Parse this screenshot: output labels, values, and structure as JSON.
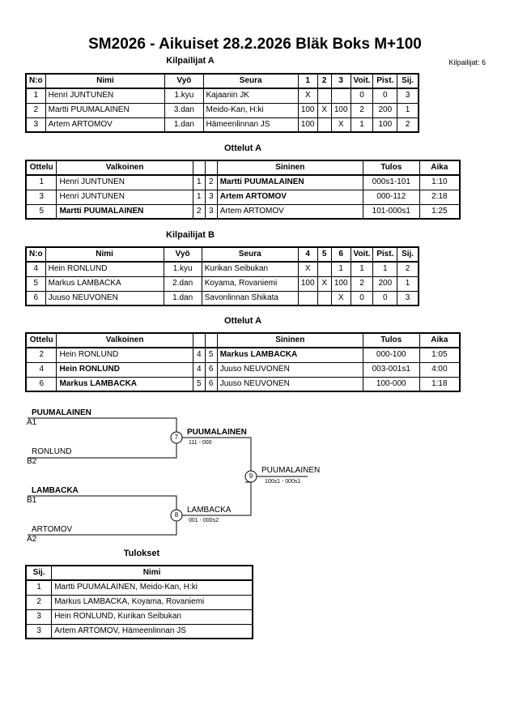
{
  "title": "SM2026 - Aikuiset  28.2.2026  Bläk Boks   M+100",
  "competitor_count": "Kilpailijat: 6",
  "pool_a": {
    "heading": "Kilpailijat A",
    "headers": [
      "N:o",
      "Nimi",
      "Vyö",
      "Seura",
      "1",
      "2",
      "3",
      "Voit.",
      "Pist.",
      "Sij."
    ],
    "rows": [
      [
        "1",
        "Henri JUNTUNEN",
        "1.kyu",
        "Kajaanin JK",
        "X",
        "",
        "",
        "0",
        "0",
        "3"
      ],
      [
        "2",
        "Martti PUUMALAINEN",
        "3.dan",
        "Meido-Kan, H:ki",
        "100",
        "X",
        "100",
        "2",
        "200",
        "1"
      ],
      [
        "3",
        "Artem ARTOMOV",
        "1.dan",
        "Hämeenlinnan JS",
        "100",
        "",
        "X",
        "1",
        "100",
        "2"
      ]
    ]
  },
  "matches_a": {
    "heading": "Ottelut A",
    "headers": [
      "Ottelu",
      "Valkoinen",
      "",
      "",
      "Sininen",
      "Tulos",
      "Aika"
    ],
    "rows": [
      {
        "no": "1",
        "white": "Henri JUNTUNEN",
        "w": "1",
        "b": "2",
        "blue": "Martti PUUMALAINEN",
        "result": "000s1-101",
        "time": "1:10",
        "winner": "blue"
      },
      {
        "no": "3",
        "white": "Henri JUNTUNEN",
        "w": "1",
        "b": "3",
        "blue": "Artem ARTOMOV",
        "result": "000-112",
        "time": "2:18",
        "winner": "blue"
      },
      {
        "no": "5",
        "white": "Martti PUUMALAINEN",
        "w": "2",
        "b": "3",
        "blue": "Artem ARTOMOV",
        "result": "101-000s1",
        "time": "1:25",
        "winner": "white"
      }
    ]
  },
  "pool_b": {
    "heading": "Kilpailijat B",
    "headers": [
      "N:o",
      "Nimi",
      "Vyö",
      "Seura",
      "4",
      "5",
      "6",
      "Voit.",
      "Pist.",
      "Sij."
    ],
    "rows": [
      [
        "4",
        "Hein RONLUND",
        "1.kyu",
        "Kurikan Seibukan",
        "X",
        "",
        "1",
        "1",
        "1",
        "2"
      ],
      [
        "5",
        "Markus LAMBACKA",
        "2.dan",
        "Koyama, Rovaniemi",
        "100",
        "X",
        "100",
        "2",
        "200",
        "1"
      ],
      [
        "6",
        "Juuso NEUVONEN",
        "1.dan",
        "Savonlinnan Shikata",
        "",
        "",
        "X",
        "0",
        "0",
        "3"
      ]
    ]
  },
  "matches_b": {
    "heading": "Ottelut A",
    "headers": [
      "Ottelu",
      "Valkoinen",
      "",
      "",
      "Sininen",
      "Tulos",
      "Aika"
    ],
    "rows": [
      {
        "no": "2",
        "white": "Hein RONLUND",
        "w": "4",
        "b": "5",
        "blue": "Markus LAMBACKA",
        "result": "000-100",
        "time": "1:05",
        "winner": "blue"
      },
      {
        "no": "4",
        "white": "Hein RONLUND",
        "w": "4",
        "b": "6",
        "blue": "Juuso NEUVONEN",
        "result": "003-001s1",
        "time": "4:00",
        "winner": "white"
      },
      {
        "no": "6",
        "white": "Markus LAMBACKA",
        "w": "5",
        "b": "6",
        "blue": "Juuso NEUVONEN",
        "result": "100-000",
        "time": "1:18",
        "winner": "white"
      }
    ]
  },
  "bracket": {
    "semi1_top": "PUUMALAINEN",
    "semi1_top_seed": "A1",
    "semi1_bottom": "RONLUND",
    "semi1_bottom_seed": "B2",
    "semi1_no": "7",
    "semi1_winner": "PUUMALAINEN",
    "semi1_score": "111 - 000",
    "semi2_top": "LAMBACKA",
    "semi2_top_seed": "B1",
    "semi2_bottom": "ARTOMOV",
    "semi2_bottom_seed": "A2",
    "semi2_no": "8",
    "semi2_winner": "LAMBACKA",
    "semi2_score": "001 - 000s2",
    "final_no": "9",
    "final_winner": "PUUMALAINEN",
    "final_score": "100s1 - 000s1"
  },
  "results": {
    "heading": "Tulokset",
    "headers": [
      "Sij.",
      "Nimi"
    ],
    "rows": [
      [
        "1",
        "Martti PUUMALAINEN, Meido-Kan, H:ki"
      ],
      [
        "2",
        "Markus LAMBACKA, Koyama, Rovaniemi"
      ],
      [
        "3",
        "Hein RONLUND, Kurikan Seibukan"
      ],
      [
        "3",
        "Artem ARTOMOV, Hämeenlinnan JS"
      ]
    ]
  }
}
